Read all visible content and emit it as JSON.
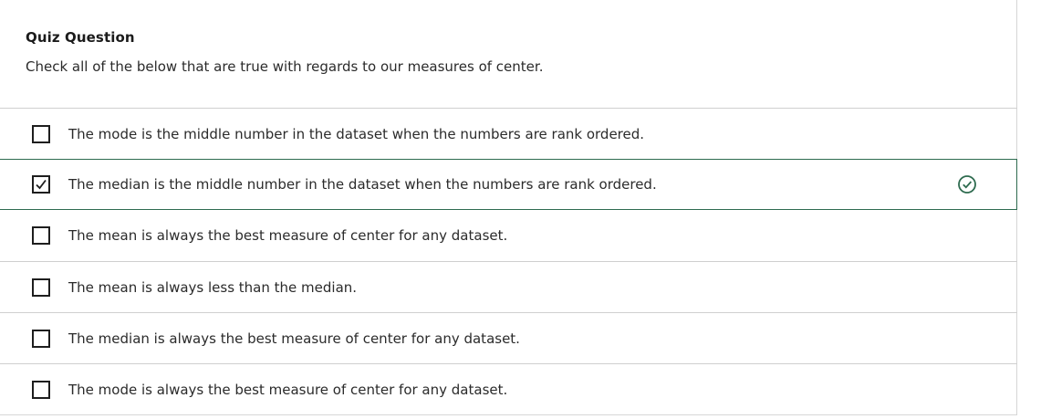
{
  "quiz": {
    "title": "Quiz Question",
    "prompt": "Check all of the below that are true with regards to our measures of center."
  },
  "options": [
    {
      "label": "The mode is the middle number in the dataset when the numbers are rank ordered.",
      "checked": false,
      "correct": false
    },
    {
      "label": "The median is the middle number in the dataset when the numbers are rank ordered.",
      "checked": true,
      "correct": true
    },
    {
      "label": "The mean is always the best measure of center for any dataset.",
      "checked": false,
      "correct": false
    },
    {
      "label": "The mean is always less than the median.",
      "checked": false,
      "correct": false
    },
    {
      "label": "The median is always the best measure of center for any dataset.",
      "checked": false,
      "correct": false
    },
    {
      "label": "The mode is always the best measure of center for any dataset.",
      "checked": false,
      "correct": false
    }
  ],
  "colors": {
    "accent": "#2e6b4f",
    "border": "#cfcfcf",
    "text": "#2b2b2b"
  },
  "icons": {
    "check": "checkmark-icon",
    "correct": "check-circle-icon"
  }
}
